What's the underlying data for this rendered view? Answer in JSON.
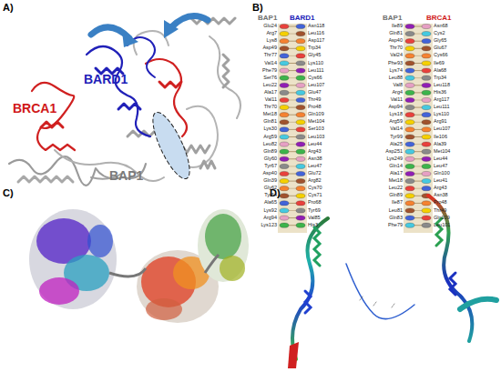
{
  "diagram": {
    "labels": [
      "A)",
      "B)",
      "C)",
      "D)",
      "BRCA1",
      "BARD1",
      "BAP1",
      "BAP1",
      "BARD1",
      "BAP1",
      "BRCA1",
      "Glu24",
      "Asn118",
      "Arg7",
      "Leu116",
      "Lys8",
      "Asp117",
      "Asp49",
      "Trp34",
      "Thr77",
      "Gly45",
      "Val14",
      "Lys110",
      "Phe79",
      "Leu111",
      "Ser76",
      "Cys66",
      "Leu22",
      "Leu107",
      "Ala17",
      "Glu47",
      "Val11",
      "Thr49",
      "Thr70",
      "Pro48",
      "Met18",
      "Gln109",
      "Gln81",
      "Met104",
      "Lys30",
      "Ser103",
      "Arg59",
      "Leu103",
      "Leu82",
      "Leu44",
      "Gln89",
      "Arg43",
      "Gly60",
      "Asn38",
      "Tyr67",
      "Leu47",
      "Asp40",
      "Glu72",
      "Gln39",
      "Arg82",
      "Gly62",
      "Cys70",
      "Tyr64",
      "Cys71",
      "Ala65",
      "Pro68",
      "Lys92",
      "Tyr69",
      "Arg94",
      "Val85",
      "Lys123",
      "His3",
      "Ile89",
      "Asn68",
      "Gln81",
      "Cys2",
      "Asp40",
      "Gly65",
      "Thr70",
      "Glu67",
      "Val24",
      "Cys66",
      "Phe93",
      "Ile69",
      "Lys74",
      "Ala68",
      "Leu88",
      "Trp34",
      "Val8",
      "Leu118",
      "Arg4",
      "His36",
      "Val11",
      "Arg117",
      "Asp94",
      "Leu111",
      "Lys18",
      "Lys110",
      "Arg59",
      "Arg91",
      "Val14",
      "Leu107",
      "Tyr99",
      "Ile106",
      "Ala25",
      "Ala39",
      "Asp251",
      "Met104",
      "Lys249",
      "Leu44",
      "Gln14",
      "Leu47",
      "Ala17",
      "Gln100",
      "Met18",
      "Leu41",
      "Leu22",
      "Arg43",
      "Gln89",
      "Asn38",
      "Ile87",
      "Pro48",
      "Leu81",
      "Thr49",
      "Gln83",
      "Gln109",
      "Phe79",
      "Leu101"
    ]
  }
}
